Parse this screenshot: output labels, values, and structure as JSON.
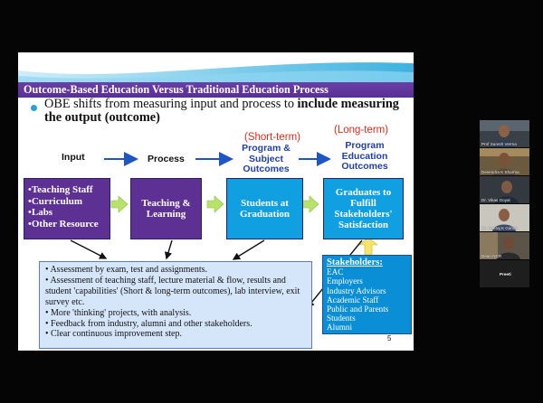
{
  "slide": {
    "title": "Outcome-Based Education Versus  Traditional Education Process",
    "bullet_normal": "OBE shifts from measuring input and process to ",
    "bullet_bold": "include measuring the output (outcome)",
    "stages": {
      "input": "Input",
      "process": "Process"
    },
    "short_term": "(Short-term)",
    "long_term": "(Long-term)",
    "program_subject_outcomes": [
      "Program &",
      "Subject",
      "Outcomes"
    ],
    "program_education_outcomes": [
      "Program",
      "Education",
      "Outcomes"
    ],
    "input_items": [
      "•Teaching Staff",
      "•Curriculum",
      "•Labs",
      "•Other Resource"
    ],
    "teaching_learning": "Teaching & Learning",
    "students_graduation": "Students at Graduation",
    "graduates": "Graduates to Fulfill Stakeholders' Satisfaction",
    "assessment_items": [
      "• Assessment by exam, test and assignments.",
      "• Assessment of teaching staff, lecture material & flow, results and student 'capabilities' (Short & long-term outcomes), lab interview, exit survey etc.",
      "• More 'thinking' projects, with analysis.",
      "• Feedback from industry, alumni and other stakeholders.",
      "• Clear continuous improvement step."
    ],
    "stakeholders_title": "Stakeholders:",
    "stakeholders": [
      "EAC",
      "Employers",
      "Industry Advisors",
      "Academic Staff",
      "Public and Parents",
      "Students",
      "Alumni"
    ],
    "page_number": "5"
  },
  "participants": [
    {
      "name": "Prof Suresh Verma"
    },
    {
      "name": "Devendra K Sharma"
    },
    {
      "name": "Dr. Vikas Goyal"
    },
    {
      "name": "Dr. Neeraj K Gahlot"
    },
    {
      "name": "Dean NCR"
    },
    {
      "name": "Preeti"
    }
  ],
  "colors": {
    "title_bar": "#5d3194",
    "purple_box": "#5d3194",
    "blue_box": "#10a0e2",
    "term": "#e02a1a",
    "outcome_text": "#1f3ea8"
  }
}
